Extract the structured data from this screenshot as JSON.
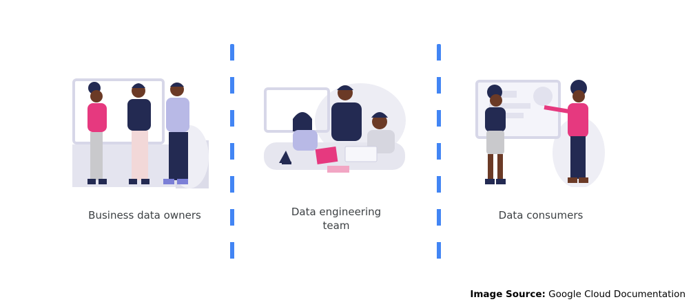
{
  "groups": [
    {
      "label": "Business data owners",
      "icon": "business-data-owners-illustration"
    },
    {
      "label": "Data engineering\nteam",
      "icon": "data-engineering-team-illustration"
    },
    {
      "label": "Data consumers",
      "icon": "data-consumers-illustration"
    }
  ],
  "source": {
    "label": "Image Source:",
    "text": "Google Cloud Documentation"
  },
  "colors": {
    "divider": "#4285f4",
    "pink": "#e6397f",
    "navy": "#232a52",
    "skin": "#6b3a26",
    "panel": "#e8e8f2"
  }
}
